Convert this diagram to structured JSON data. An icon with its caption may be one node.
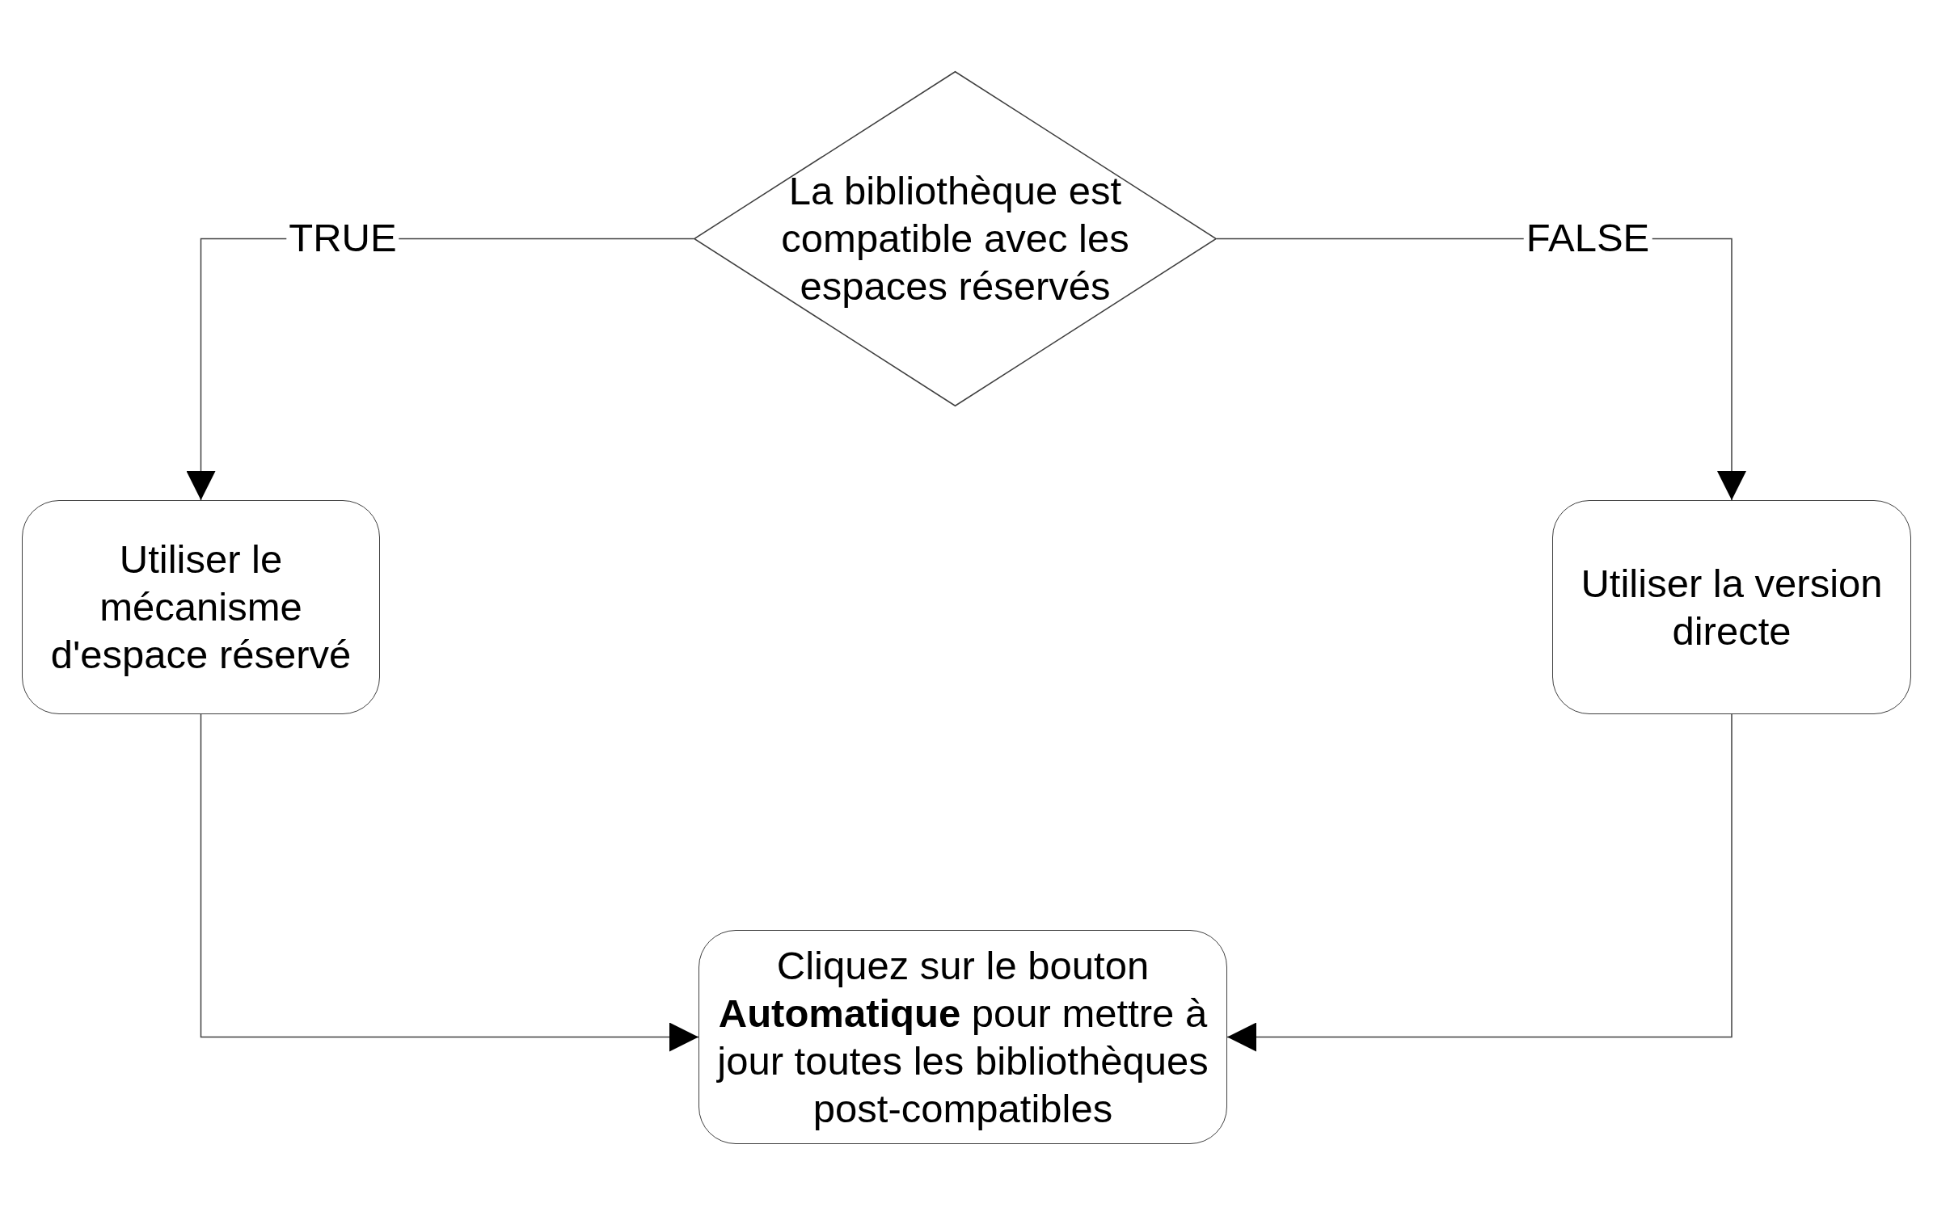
{
  "diagram": {
    "nodes": [
      {
        "text": [
          "La bibliothèque est compatible avec les espaces réservés"
        ]
      },
      {
        "text": [
          "Utiliser le mécanisme d'espace réservé"
        ]
      },
      {
        "text": [
          "Utiliser la version directe"
        ]
      },
      {
        "text": [
          "Cliquez sur le bouton **Automatique** pour mettre à jour toutes les bibliothèques post-compatibles"
        ]
      }
    ],
    "edges": [
      {
        "from": 0,
        "to": 1,
        "arrow": "to",
        "label": "TRUE"
      },
      {
        "from": 0,
        "to": 2,
        "arrow": "to",
        "label": "FALSE"
      },
      {
        "from": 1,
        "to": 3,
        "arrow": "to"
      },
      {
        "from": 2,
        "to": 3,
        "arrow": "to"
      }
    ]
  }
}
